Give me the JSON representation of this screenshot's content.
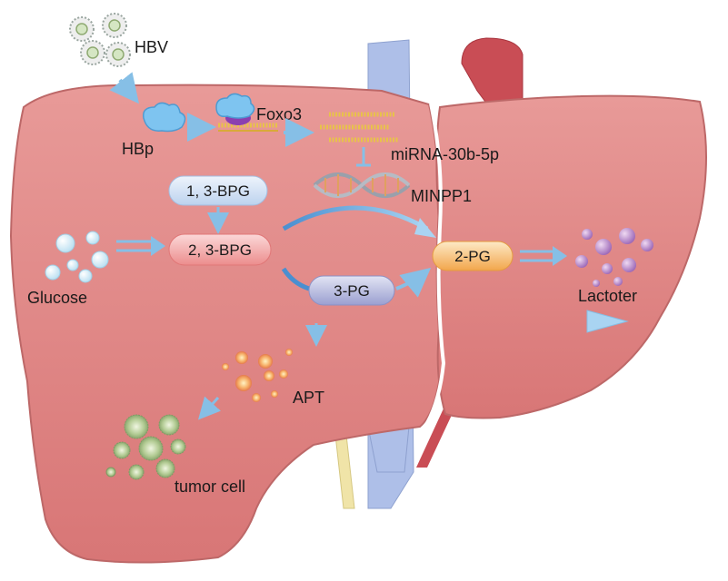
{
  "labels": {
    "hbv": "HBV",
    "hbp": "HBp",
    "foxo3": "Foxo3",
    "mirna": "miRNA-30b-5p",
    "minpp1": "MINPP1",
    "glucose": "Glucose",
    "lactoter": "Lactoter",
    "apt": "APT",
    "tumor_cell": "tumor cell"
  },
  "metabolites": {
    "bpg13": "1, 3-BPG",
    "bpg23": "2, 3-BPG",
    "pg3": "3-PG",
    "pg2": "2-PG"
  },
  "colors": {
    "liver": "#df8585",
    "liver_dark": "#c56767",
    "arrow": "#86bfe6",
    "vein_blue": "#aebfe8",
    "artery_red": "#c94d55",
    "bile_yellow": "#f0e4a8"
  }
}
